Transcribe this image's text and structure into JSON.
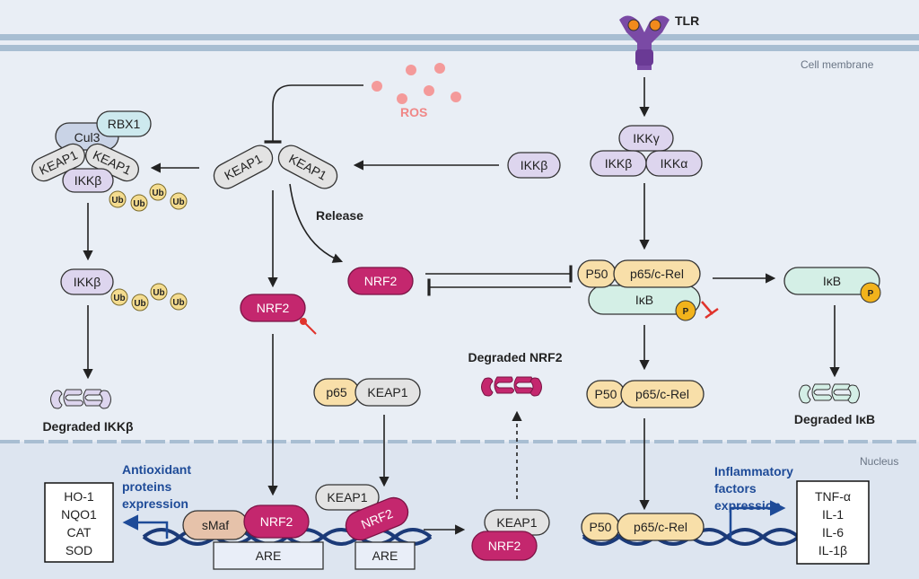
{
  "colors": {
    "nrf2": "#c4276e",
    "keap1": "#e3e3e3",
    "ikk": "#ddd5ee",
    "nfkb": "#f8dfa9",
    "ikb": "#d4efe6",
    "ub": "#f4dc8f",
    "ros": "#f08787",
    "membrane": "#a8bed2",
    "nucleus_bg": "#dde5f0",
    "dna": "#1b3a78",
    "blue_text": "#1e4b98",
    "inhibit_red": "#e0332c"
  },
  "labels": {
    "tlr": "TLR",
    "cell_membrane": "Cell membrane",
    "nucleus": "Nucleus",
    "ros": "ROS",
    "release": "Release",
    "rbx1": "RBX1",
    "cul3": "Cul3",
    "keap1": "KEAP1",
    "ikkb": "IKKβ",
    "ikkg": "IKKγ",
    "ikka": "IKKα",
    "ub": "Ub",
    "nrf2": "NRF2",
    "p50": "P50",
    "p65crel": "p65/c-Rel",
    "ikb": "IκB",
    "p_mark": "P",
    "p65": "p65",
    "smaf": "sMaf",
    "are": "ARE",
    "degraded_ikkb": "Degraded IKKβ",
    "degraded_nrf2": "Degraded NRF2",
    "degraded_ikb": "Degraded IκB",
    "antioxidant": [
      "Antioxidant",
      "proteins",
      "expression"
    ],
    "inflammatory": [
      "Inflammatory",
      "factors",
      "expression"
    ],
    "antioxidant_genes": [
      "HO-1",
      "NQO1",
      "CAT",
      "SOD"
    ],
    "inflammatory_genes": [
      "TNF-α",
      "IL-1",
      "IL-6",
      "IL-1β"
    ]
  }
}
